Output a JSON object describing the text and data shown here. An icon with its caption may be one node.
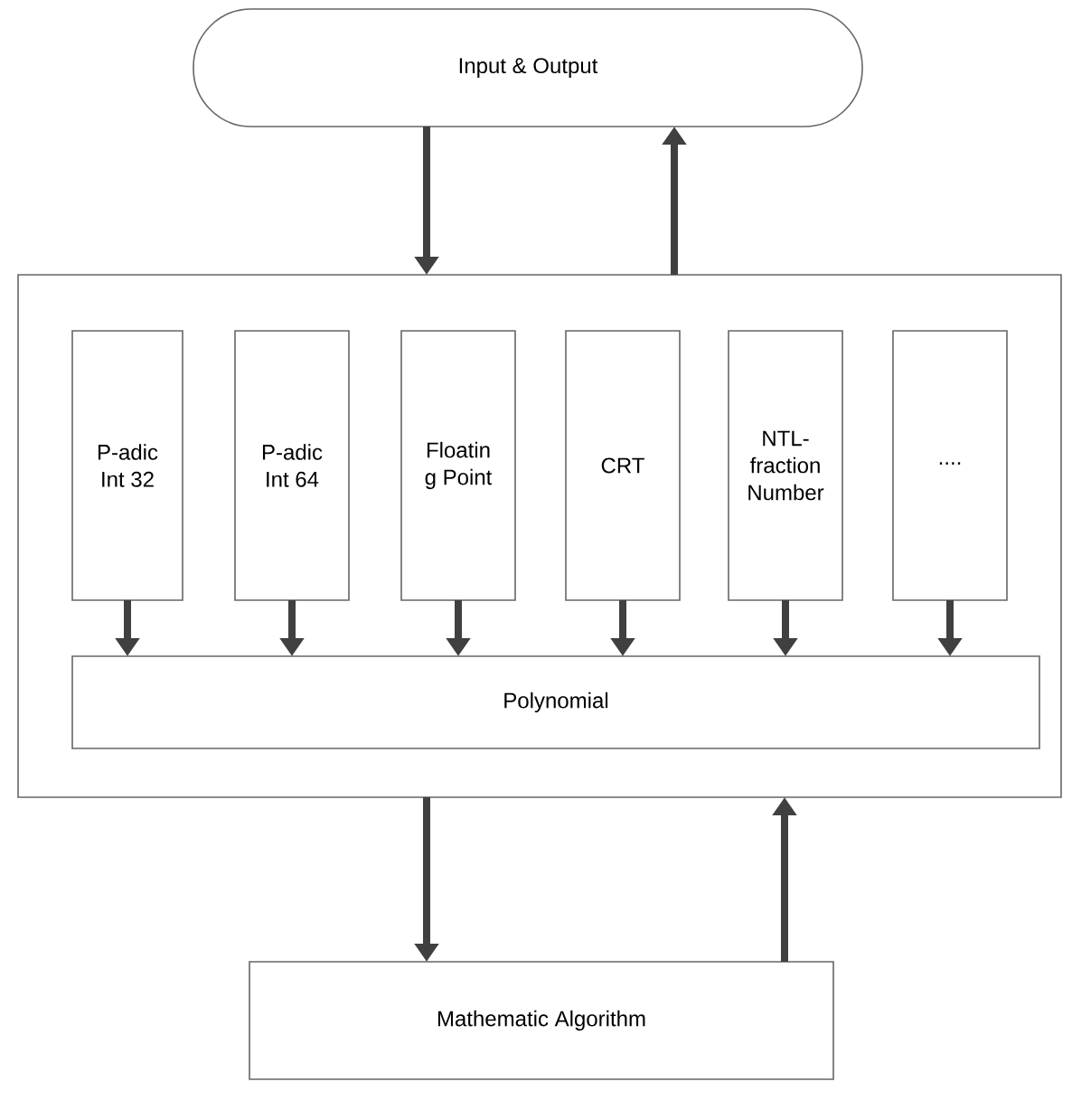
{
  "diagram": {
    "nodes": [
      {
        "text": [
          "Input & Output"
        ]
      },
      {
        "text": [],
        "shape": "box"
      },
      {
        "text": [
          "P-adic Int 32"
        ],
        "in": 1
      },
      {
        "text": [
          "P-adic Int 64"
        ],
        "in": 1
      },
      {
        "text": [
          "Floatin g Point"
        ],
        "in": 1
      },
      {
        "text": [
          "CRT"
        ],
        "in": 1
      },
      {
        "text": [
          "NTL-fraction Number"
        ],
        "in": 1
      },
      {
        "text": [
          "...."
        ],
        "in": 1
      },
      {
        "text": [
          "Polynomial"
        ],
        "in": 1
      },
      {
        "text": [
          "Mathematic Algorithm"
        ]
      }
    ],
    "edges": [
      {
        "from": 0,
        "to": 1,
        "arrow": "to"
      },
      {
        "from": 1,
        "to": 0,
        "arrow": "to"
      },
      {
        "from": 2,
        "to": 8,
        "arrow": "to"
      },
      {
        "from": 3,
        "to": 8,
        "arrow": "to"
      },
      {
        "from": 4,
        "to": 8,
        "arrow": "to"
      },
      {
        "from": 5,
        "to": 8,
        "arrow": "to"
      },
      {
        "from": 6,
        "to": 8,
        "arrow": "to"
      },
      {
        "from": 7,
        "to": 8,
        "arrow": "to"
      },
      {
        "from": 1,
        "to": 9,
        "arrow": "to"
      },
      {
        "from": 9,
        "to": 1,
        "arrow": "to"
      }
    ]
  }
}
